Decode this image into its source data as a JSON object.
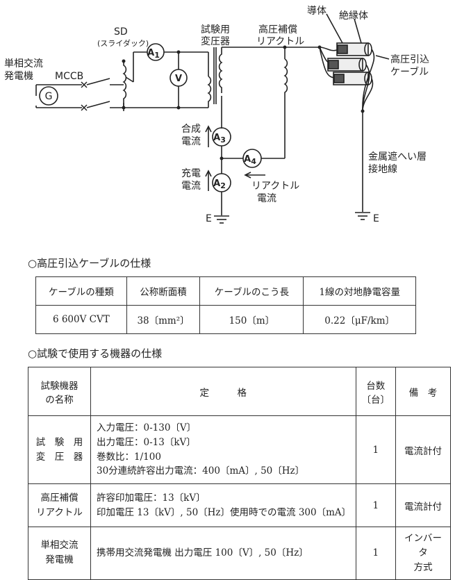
{
  "diagram": {
    "sd_label": "SD",
    "sd_sub": "(スライダック)",
    "generator_label": [
      "単相交流",
      "発電機"
    ],
    "mccb_label": "MCCB",
    "generator_symbol": "G",
    "transformer_label": [
      "試験用",
      "変圧器"
    ],
    "reactor_label": [
      "高圧補償",
      "リアクトル"
    ],
    "conductor_label": "導体",
    "insulator_label": "絶縁体",
    "cable_label": [
      "高圧引込",
      "ケーブル"
    ],
    "shield_label": [
      "金属遮へい層",
      "接地線"
    ],
    "combined_current_label": [
      "合成",
      "電流"
    ],
    "charging_current_label": [
      "充電",
      "電流"
    ],
    "reactor_current_label": [
      "リアクトル",
      "電流"
    ],
    "earth_label": "E",
    "voltmeter": "V",
    "ammeters": [
      {
        "id": "A1",
        "main": "A",
        "sub": "1"
      },
      {
        "id": "A2",
        "main": "A",
        "sub": "2"
      },
      {
        "id": "A3",
        "main": "A",
        "sub": "3"
      },
      {
        "id": "A4",
        "main": "A",
        "sub": "4"
      }
    ]
  },
  "cable_spec": {
    "title": "○高圧引込ケーブルの仕様",
    "headers": [
      "ケーブルの種類",
      "公称断面積",
      "ケーブルのこう長",
      "1線の対地静電容量"
    ],
    "row": [
      "6 600V CVT",
      "38〔mm²〕",
      "150〔m〕",
      "0.22〔μF/km〕"
    ]
  },
  "equipment_spec": {
    "title": "○試験で使用する機器の仕様",
    "headers": [
      "試験機器の名称",
      "定　　　格",
      "台数〔台〕",
      "備　考"
    ],
    "header_name_lines": [
      "試験機器",
      "の名称"
    ],
    "header_count_lines": [
      "台数",
      "〔台〕"
    ],
    "rows": [
      {
        "name": [
          "試　験　用",
          "変　圧　器"
        ],
        "rating": [
          "入力電圧：0-130〔V〕",
          "出力電圧：0-13〔kV〕",
          "巻数比：1/100",
          "30分連続許容出力電流：400〔mA〕, 50〔Hz〕"
        ],
        "count": "1",
        "note": [
          "電流計付"
        ]
      },
      {
        "name": [
          "高圧補償",
          "リアクトル"
        ],
        "rating": [
          "許容印加電圧：13〔kV〕",
          "印加電圧 13〔kV〕, 50〔Hz〕使用時での電流 300〔mA〕"
        ],
        "count": "1",
        "note": [
          "電流計付"
        ]
      },
      {
        "name": [
          "単相交流",
          "発電機"
        ],
        "rating": [
          "携帯用交流発電機 出力電圧 100〔V〕, 50〔Hz〕"
        ],
        "count": "1",
        "note": [
          "インバータ",
          "方式"
        ]
      }
    ]
  }
}
